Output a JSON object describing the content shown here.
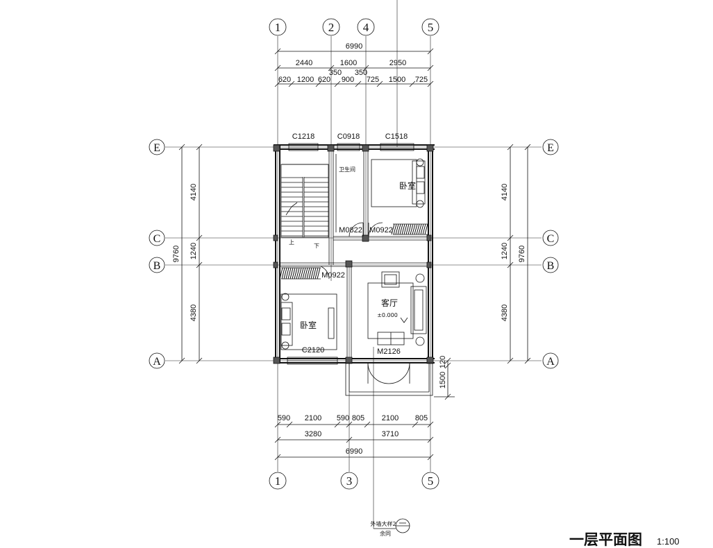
{
  "title": "一层平面图",
  "scale": "1:100",
  "axes": {
    "top": [
      "1",
      "2",
      "4",
      "5"
    ],
    "bottom": [
      "1",
      "3",
      "5"
    ],
    "rows": [
      "E",
      "C",
      "B",
      "A"
    ]
  },
  "dims_top": {
    "total": "6990",
    "level2": [
      "2440",
      "1600",
      "2950"
    ],
    "offsets": [
      "350",
      "350"
    ],
    "level3": [
      "620",
      "1200",
      "620",
      "900",
      "725",
      "1500",
      "725"
    ]
  },
  "dims_bottom": {
    "level1": [
      "590",
      "2100",
      "590",
      "805",
      "2100",
      "805"
    ],
    "level2": [
      "3280",
      "3710"
    ],
    "total": "6990"
  },
  "dims_side": {
    "total": "9760",
    "parts": [
      "4140",
      "1240",
      "4380"
    ]
  },
  "porch_dims": [
    "1500",
    "120"
  ],
  "windows": [
    "C1218",
    "C0918",
    "C1518",
    "C2120"
  ],
  "doors": [
    "M0822",
    "M0922",
    "M0922",
    "M2126"
  ],
  "rooms": {
    "bedroom_upper": "卧室",
    "bathroom": "卫生间",
    "bedroom_lower": "卧室",
    "living": "客厅",
    "living_level": "±0.000"
  },
  "stair": {
    "up": "上",
    "down": "下"
  },
  "detail_note": {
    "label": "外墙大样2",
    "sub": "余同"
  }
}
